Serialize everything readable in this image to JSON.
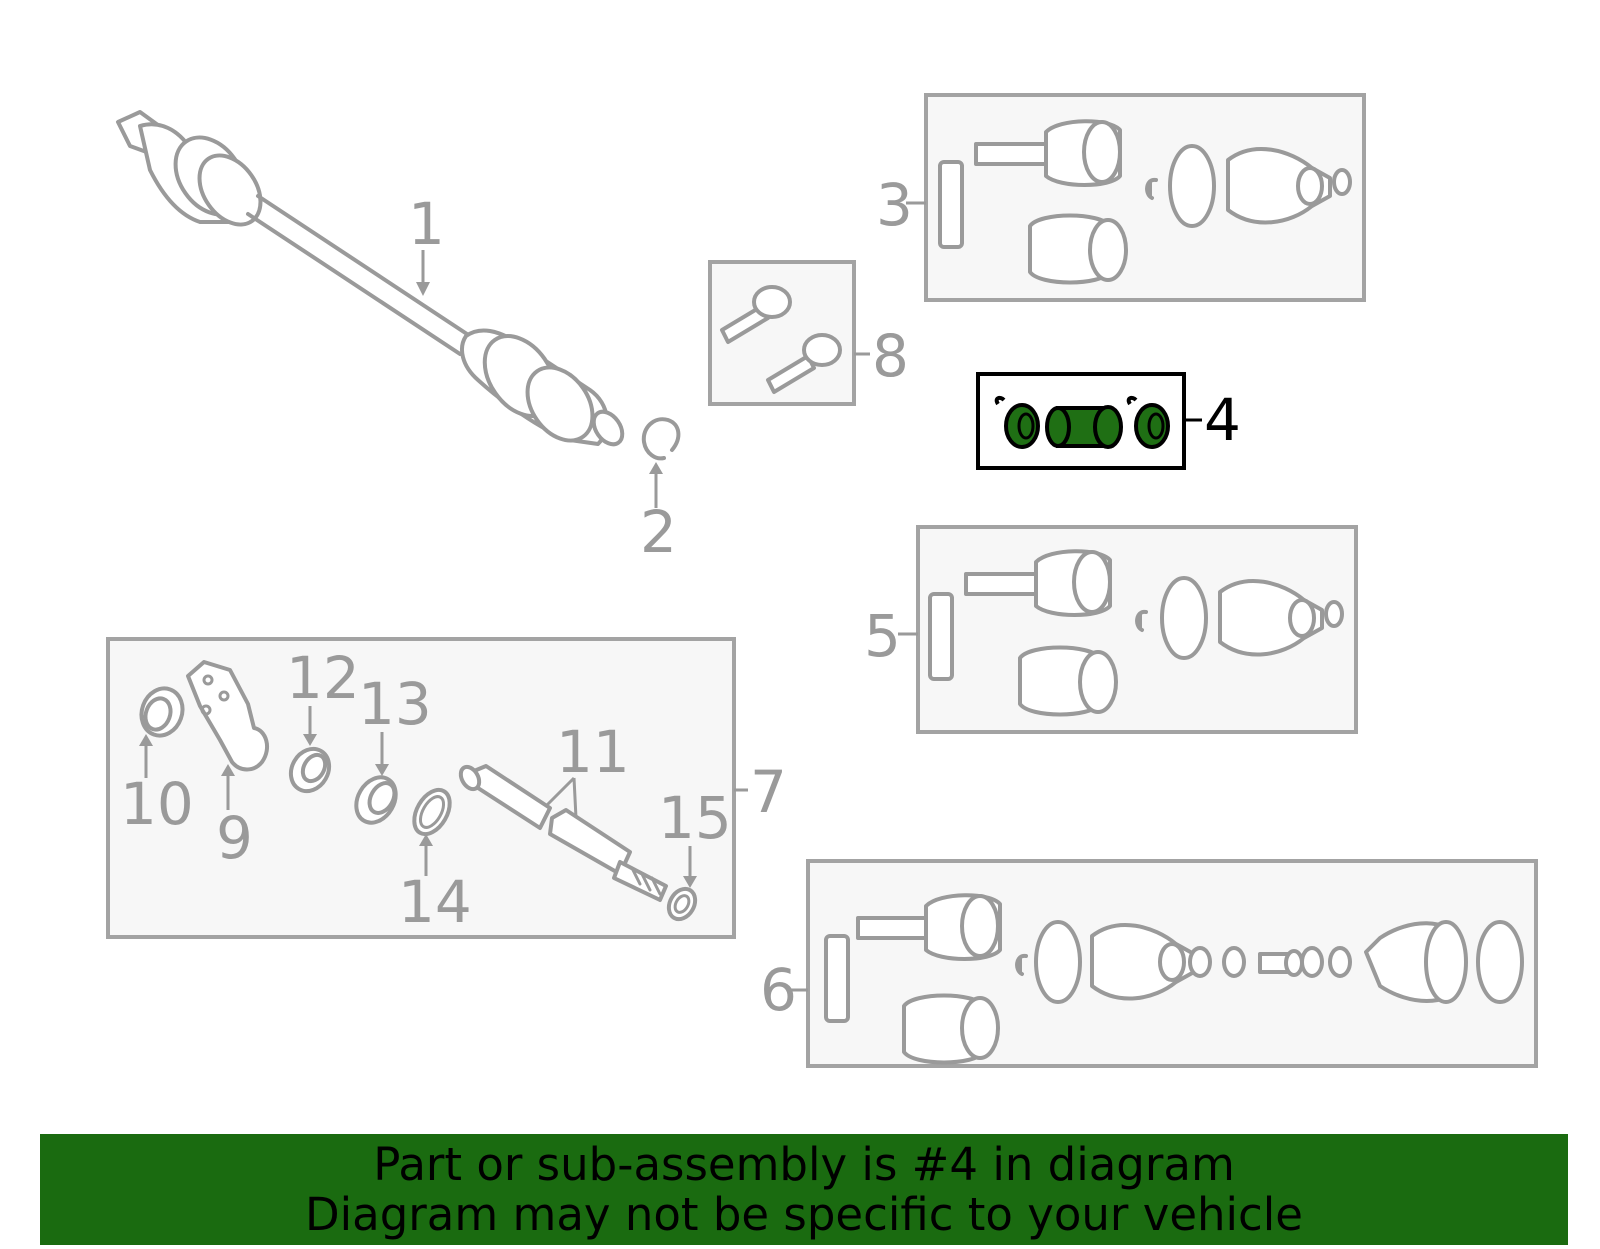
{
  "callouts": {
    "c1": "1",
    "c2": "2",
    "c3": "3",
    "c4": "4",
    "c5": "5",
    "c6": "6",
    "c7": "7",
    "c8": "8",
    "c9": "9",
    "c10": "10",
    "c11": "11",
    "c12": "12",
    "c13": "13",
    "c14": "14",
    "c15": "15"
  },
  "banner": {
    "line1": "Part or sub-assembly is #4 in diagram",
    "line2": "Diagram may not be specific to your vehicle"
  },
  "colors": {
    "highlight": "#1f6f14",
    "banner": "#1a6b10",
    "part_stroke": "#9a9a9a"
  }
}
